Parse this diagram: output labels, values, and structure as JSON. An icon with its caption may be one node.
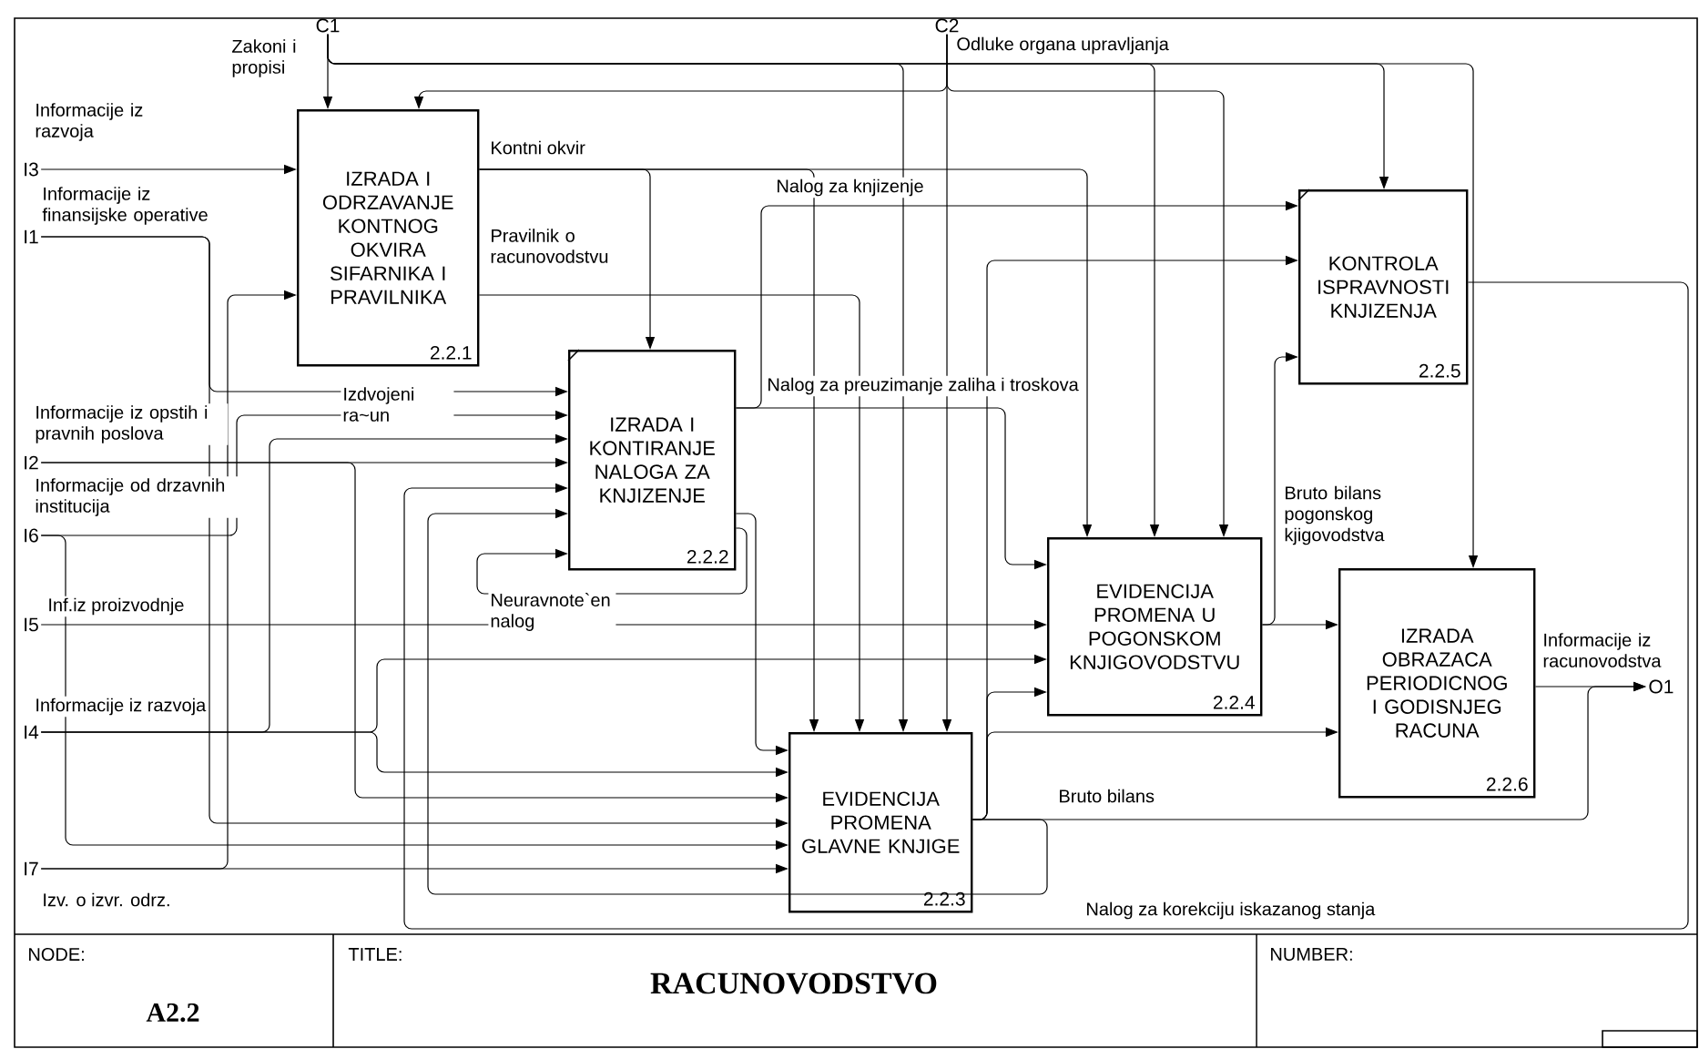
{
  "diagram": {
    "title": "RACUNOVODSTVO",
    "nodes": [
      {
        "text": [
          "IZRADA I ODRZAVANJE KONTNOG OKVIRA SIFARNIKA I PRAVILNIKA",
          "2.2.1"
        ]
      },
      {
        "text": [
          "IZRADA I KONTIRANJE NALOGA ZA KNJIZENJE",
          "2.2.2"
        ]
      },
      {
        "text": [
          "EVIDENCIJA PROMENA GLAVNE KNJIGE",
          "2.2.3"
        ]
      },
      {
        "text": [
          "EVIDENCIJA PROMENA U POGONSKOM KNJIGOVODSTVU",
          "2.2.4"
        ]
      },
      {
        "text": [
          "KONTROLA ISPRAVNOSTI KNJIZENJA",
          "2.2.5"
        ]
      },
      {
        "text": [
          "IZRADA OBRAZACA PERIODICNOG I GODISNJEG RACUNA",
          "2.2.6"
        ]
      },
      {
        "text": [
          "C1"
        ]
      },
      {
        "text": [
          "C2"
        ]
      },
      {
        "text": [
          "I3"
        ]
      },
      {
        "text": [
          "I1"
        ]
      },
      {
        "text": [
          "I2"
        ]
      },
      {
        "text": [
          "I6"
        ]
      },
      {
        "text": [
          "I5"
        ]
      },
      {
        "text": [
          "I4"
        ]
      },
      {
        "text": [
          "I7"
        ]
      },
      {
        "text": [
          "O1"
        ]
      }
    ],
    "edges": [
      {
        "from": 6,
        "to": 0,
        "arrow": "to",
        "label": "Zakoni i propisi"
      },
      {
        "from": 6,
        "to": 2,
        "arrow": "to"
      },
      {
        "from": 6,
        "to": 3,
        "arrow": "to"
      },
      {
        "from": 6,
        "to": 4,
        "arrow": "to"
      },
      {
        "from": 6,
        "to": 5,
        "arrow": "to"
      },
      {
        "from": 7,
        "to": 0,
        "arrow": "to",
        "label": "Odluke organa upravljanja"
      },
      {
        "from": 7,
        "to": 2,
        "arrow": "to"
      },
      {
        "from": 7,
        "to": 3,
        "arrow": "to"
      },
      {
        "from": 8,
        "to": 0,
        "arrow": "to",
        "label": "Informacije iz razvoja"
      },
      {
        "from": 9,
        "to": 1,
        "arrow": "to",
        "label": "Informacije iz finansijske operative"
      },
      {
        "from": 9,
        "to": 2,
        "arrow": "to"
      },
      {
        "from": 10,
        "to": 1,
        "arrow": "to",
        "label": "Informacije iz opstih i pravnih poslova"
      },
      {
        "from": 10,
        "to": 2,
        "arrow": "to"
      },
      {
        "from": 11,
        "to": 1,
        "arrow": "to",
        "label": "Informacije od drzavnih institucija"
      },
      {
        "from": 11,
        "to": 2,
        "arrow": "to"
      },
      {
        "from": 12,
        "to": 3,
        "arrow": "to",
        "label": "Inf.iz proizvodnje"
      },
      {
        "from": 13,
        "to": 1,
        "arrow": "to",
        "label": "Informacije iz razvoja"
      },
      {
        "from": 13,
        "to": 2,
        "arrow": "to"
      },
      {
        "from": 13,
        "to": 3,
        "arrow": "to"
      },
      {
        "from": 14,
        "to": 0,
        "arrow": "to",
        "label": "Izv. o izvr. odrz."
      },
      {
        "from": 14,
        "to": 2,
        "arrow": "to"
      },
      {
        "from": 0,
        "to": 1,
        "arrow": "to",
        "label": "Kontni okvir"
      },
      {
        "from": 0,
        "to": 2,
        "arrow": "to"
      },
      {
        "from": 0,
        "to": 3,
        "arrow": "to"
      },
      {
        "from": 0,
        "to": 2,
        "arrow": "to",
        "label": "Pravilnik o racunovodstvu"
      },
      {
        "from": 1,
        "to": 4,
        "arrow": "to",
        "label": "Nalog za knjizenje"
      },
      {
        "from": 1,
        "to": 3,
        "arrow": "to",
        "label": "Nalog za preuzimanje zaliha i troskova"
      },
      {
        "from": 1,
        "to": 2,
        "arrow": "to"
      },
      {
        "from": 1,
        "to": 1,
        "arrow": "to",
        "label": "Neuravnote`en nalog"
      },
      {
        "from": 3,
        "to": 5,
        "arrow": "to"
      },
      {
        "from": 3,
        "to": 4,
        "arrow": "to",
        "label": "Bruto bilans pogonskog kjigovodstva"
      },
      {
        "from": 2,
        "to": 5,
        "arrow": "to"
      },
      {
        "from": 2,
        "to": 15,
        "arrow": "to",
        "label": "Bruto bilans"
      },
      {
        "from": 2,
        "to": 3,
        "arrow": "to"
      },
      {
        "from": 2,
        "to": 4,
        "arrow": "to"
      },
      {
        "from": 5,
        "to": 15,
        "arrow": "to",
        "label": "Informacije iz racunovodstva"
      },
      {
        "from": 4,
        "to": 1,
        "arrow": "to",
        "label": "Nalog za korekciju iskazanog stanja"
      },
      {
        "from": 2,
        "to": 1,
        "arrow": "to"
      }
    ],
    "labels": [
      "Izdvojeni ra~un",
      "NODE:",
      "A2.2",
      "TITLE:",
      "NUMBER:"
    ]
  }
}
